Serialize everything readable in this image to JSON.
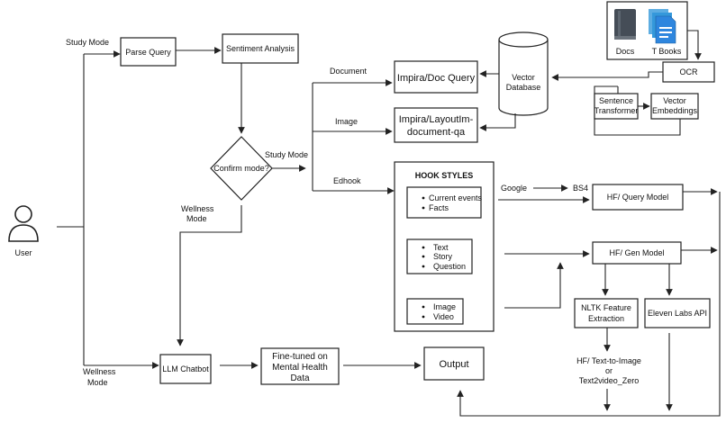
{
  "user": {
    "label": "User"
  },
  "edges": {
    "study_mode": "Study Mode",
    "wellness_mode_bottom": [
      "Wellness",
      "Mode"
    ],
    "wellness_mode_mid": [
      "Wellness",
      "Mode"
    ],
    "study_mode_diamond": "Study Mode",
    "document": "Document",
    "image": "Image",
    "edhook": "Edhook",
    "google": "Google"
  },
  "nodes": {
    "parse_query": "Parse Query",
    "sentiment_analysis": "Sentiment Analysis",
    "confirm_mode": "Confirm mode?",
    "impira_doc_query": "Impira/Doc Query",
    "impira_layoutlm": [
      "Impira/LayoutIm-",
      "document-qa"
    ],
    "vector_database": [
      "Vector",
      "Database"
    ],
    "docs": "Docs",
    "t_books": "T Books",
    "ocr": "OCR",
    "sentence_transformer": [
      "Sentence",
      "Transformer"
    ],
    "vector_embeddings": [
      "Vector",
      "Embeddings"
    ],
    "bs4": "BS4",
    "hf_query_model": "HF/ Query Model",
    "hf_gen_model": "HF/ Gen Model",
    "nltk_feature_extraction": [
      "NLTK Feature",
      "Extraction"
    ],
    "eleven_labs_api": "Eleven Labs API",
    "hf_text_to_image": [
      "HF/ Text-to-Image",
      "or",
      "Text2video_Zero"
    ],
    "llm_chatbot": "LLM Chatbot",
    "fine_tuned": [
      "Fine-tuned on",
      "Mental Health",
      "Data"
    ],
    "output": "Output"
  },
  "hook_styles": {
    "title": "HOOK STYLES",
    "groups": [
      [
        "Current events",
        "Facts"
      ],
      [
        "Text",
        "Story",
        "Question"
      ],
      [
        "Image",
        "Video"
      ]
    ]
  },
  "colors": {
    "line": "#222222",
    "icon_dark": "#454d57",
    "icon_blue": "#2e86de",
    "icon_blue_light": "#5dade2"
  }
}
